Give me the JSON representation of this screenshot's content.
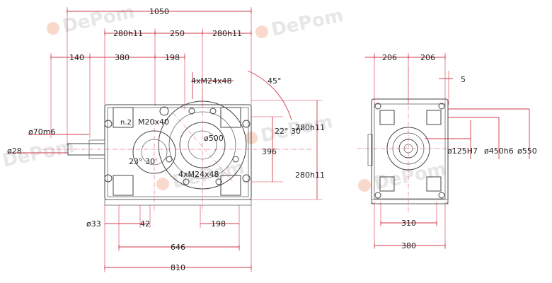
{
  "watermark": "DePom",
  "front_view": {
    "dims": {
      "overall": "1050",
      "top_left_280": "280h11",
      "top_250": "250",
      "top_right_280": "280h11",
      "left_140": "140",
      "w380": "380",
      "w198_top": "198",
      "thread_top": "4xM24x48",
      "angle_45": "45°",
      "thread_left": "M20x40",
      "n2": "n.2",
      "shaft_o70": "ø70m6",
      "shaft_o28": "ø28",
      "bore_o500": "ø500",
      "angle_22": "22° 30'",
      "angle_23": "23° 30'",
      "thread_bottom": "4xM24x48",
      "h396": "396",
      "right_280_top": "280h11",
      "right_280_bottom": "280h11",
      "o33": "ø33",
      "w42": "42",
      "w198_bottom": "198",
      "w646": "646",
      "w810": "810"
    }
  },
  "side_view": {
    "dims": {
      "left_206": "206",
      "right_206": "206",
      "w5": "5",
      "o125": "ø125H7",
      "o450": "ø450h6",
      "o550": "ø550",
      "w310": "310",
      "w380": "380"
    }
  }
}
